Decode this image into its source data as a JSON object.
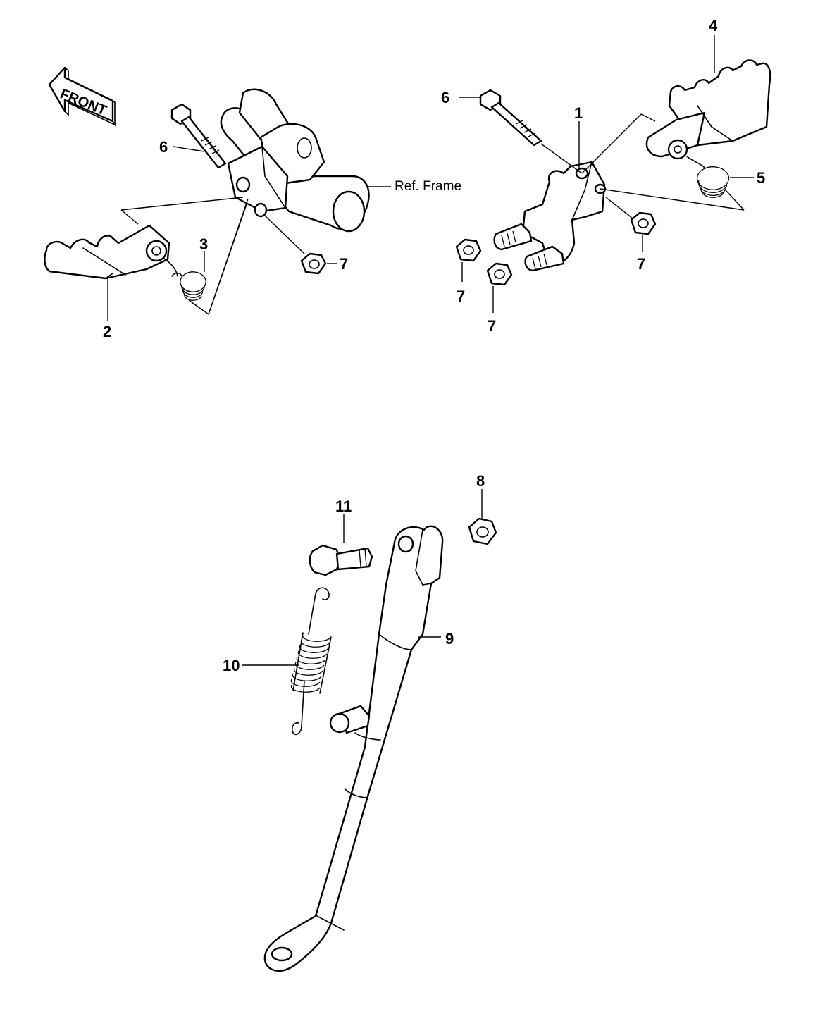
{
  "front_label": "FRONT",
  "ref_frame_label": "Ref. Frame",
  "callouts": [
    {
      "id": "c1",
      "label": "1"
    },
    {
      "id": "c2",
      "label": "2"
    },
    {
      "id": "c3",
      "label": "3"
    },
    {
      "id": "c4",
      "label": "4"
    },
    {
      "id": "c5",
      "label": "5"
    },
    {
      "id": "c6a",
      "label": "6"
    },
    {
      "id": "c6b",
      "label": "6"
    },
    {
      "id": "c7a",
      "label": "7"
    },
    {
      "id": "c7b",
      "label": "7"
    },
    {
      "id": "c7c",
      "label": "7"
    },
    {
      "id": "c7d",
      "label": "7"
    },
    {
      "id": "c8",
      "label": "8"
    },
    {
      "id": "c9",
      "label": "9"
    },
    {
      "id": "c10",
      "label": "10"
    },
    {
      "id": "c11",
      "label": "11"
    }
  ]
}
